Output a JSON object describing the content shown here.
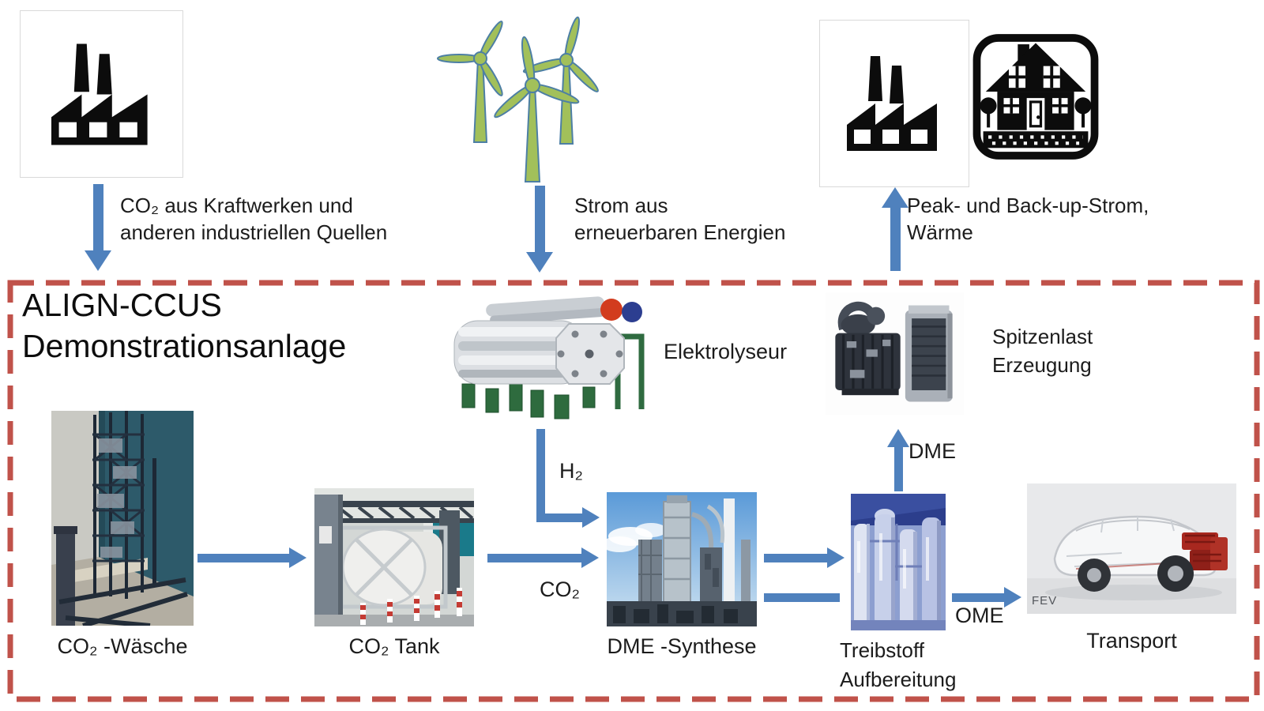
{
  "title": {
    "line1": "ALIGN-CCUS",
    "line2": "Demonstrationsanlage"
  },
  "inputs": {
    "co2_source": {
      "line1": "CO₂ aus Kraftwerken und",
      "line2": "anderen industriellen Quellen"
    },
    "renewable": {
      "line1": "Strom aus",
      "line2": "erneuerbaren Energien"
    },
    "output": {
      "line1": "Peak- und Back-up-Strom,",
      "line2": "Wärme"
    }
  },
  "units": {
    "elektrolyseur": {
      "label": "Elektrolyseur"
    },
    "spitzenlast": {
      "line1": "Spitzenlast",
      "line2": "Erzeugung"
    },
    "co2_waesche": {
      "label": "CO₂ -Wäsche"
    },
    "co2_tank": {
      "label": "CO₂ Tank"
    },
    "dme_synthese": {
      "label": "DME -Synthese"
    },
    "treibstoff": {
      "line1": "Treibstoff",
      "line2": "Aufbereitung"
    },
    "transport": {
      "label": "Transport",
      "watermark": "FEV"
    }
  },
  "flows": {
    "h2": "H₂",
    "co2": "CO₂",
    "dme": "DME",
    "ome": "OME"
  },
  "icons": {
    "factory": "factory-icon",
    "wind_turbines": "wind-turbines-icon",
    "house": "house-icon"
  },
  "colors": {
    "arrow_blue": "#4f81bd",
    "dashed_red": "#c0524a",
    "icon_black": "#0c0c0c",
    "turbine_green": "#a2c05a"
  }
}
